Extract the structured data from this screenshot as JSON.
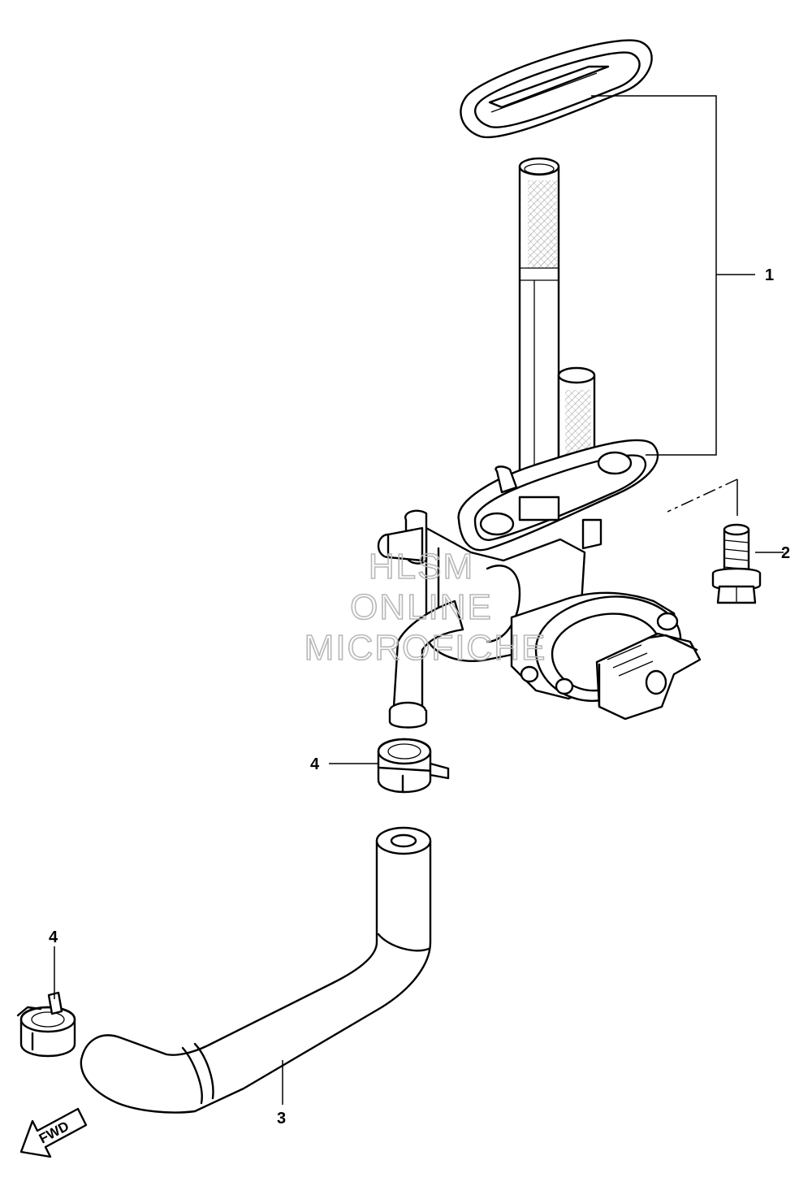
{
  "callouts": [
    {
      "id": "1",
      "text": "1"
    },
    {
      "id": "2",
      "text": "2"
    },
    {
      "id": "3",
      "text": "3"
    },
    {
      "id": "4a",
      "text": "4"
    },
    {
      "id": "4b",
      "text": "4"
    }
  ],
  "fwd_label": "FWD",
  "watermark": {
    "line1": "HLSM",
    "line2": "ONLINE",
    "line3": "MICROFICHE"
  }
}
